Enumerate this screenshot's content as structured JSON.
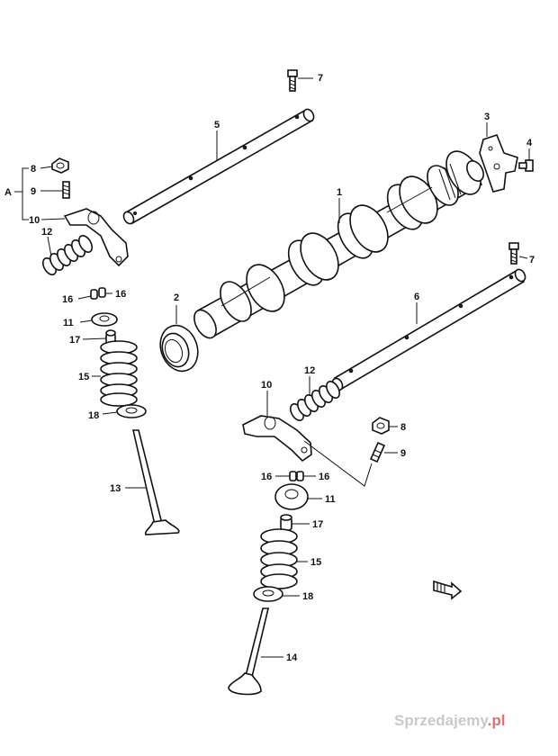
{
  "labels": {
    "p1": "1",
    "p2": "2",
    "p3": "3",
    "p4": "4",
    "p5": "5",
    "p6": "6",
    "p7a": "7",
    "p7b": "7",
    "p8a": "8",
    "p8b": "8",
    "p9a": "9",
    "p9b": "9",
    "p10a": "10",
    "p10b": "10",
    "p11a": "11",
    "p11b": "11",
    "p12a": "12",
    "p12b": "12",
    "p13": "13",
    "p14": "14",
    "p15a": "15",
    "p15b": "15",
    "p16a": "16",
    "p16b": "16",
    "p16c": "16",
    "p16d": "16",
    "p17a": "17",
    "p17b": "17",
    "p18a": "18",
    "p18b": "18",
    "groupA": "A"
  },
  "watermark": {
    "brand": "Sprzedajemy",
    "tld": ".pl",
    "accent": "#e02020"
  },
  "colors": {
    "line": "#111111",
    "background": "#ffffff"
  }
}
